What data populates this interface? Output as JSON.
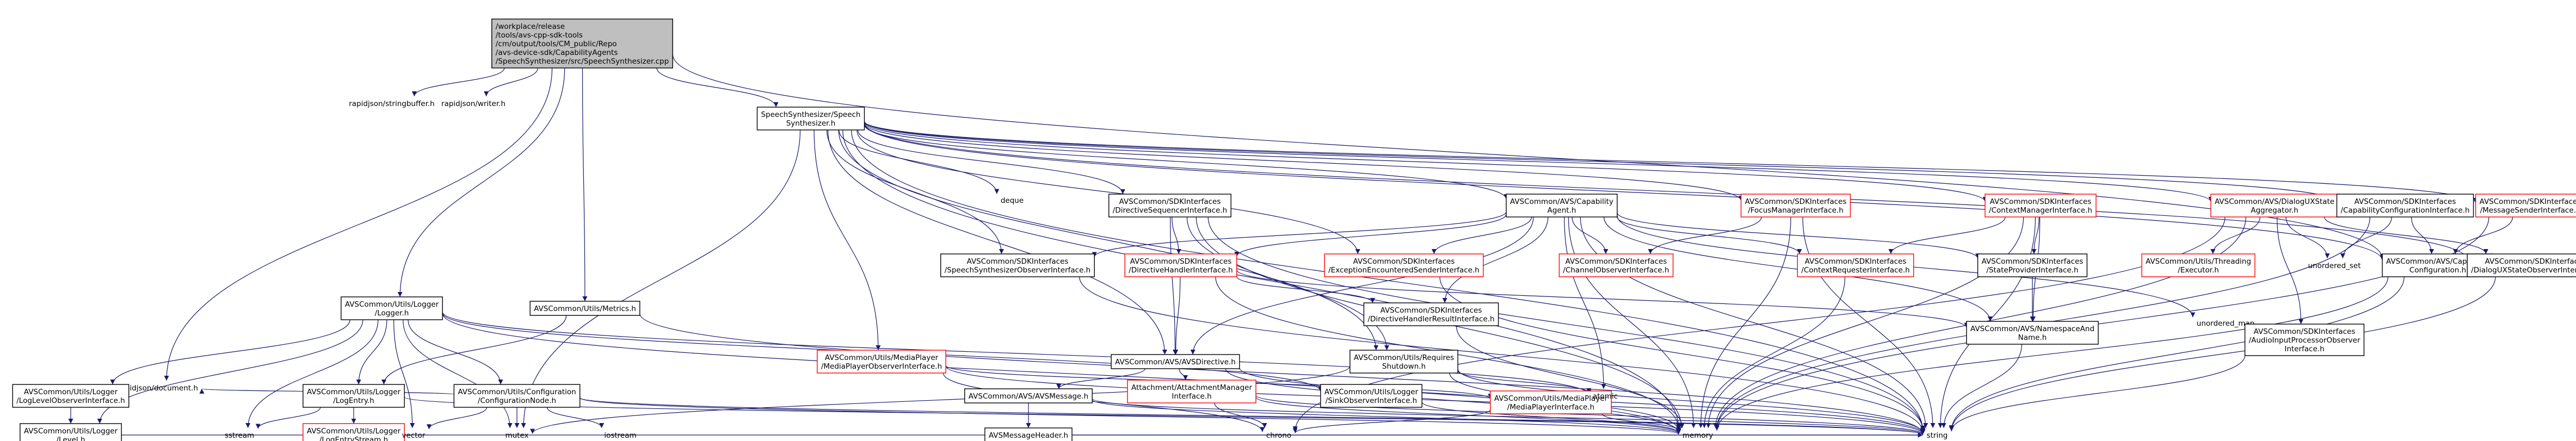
{
  "graph": {
    "nodes": [
      {
        "id": "root",
        "label": "/workplace/release\n/tools/avs-cpp-sdk-tools\n/cm/output/tools/CM_public/Repo\n/avs-device-sdk/CapabilityAgents\n/SpeechSynthesizer/src/SpeechSynthesizer.cpp",
        "style": "root"
      },
      {
        "id": "sbuf",
        "label": "rapidjson/stringbuffer.h",
        "style": "plain"
      },
      {
        "id": "writer",
        "label": "rapidjson/writer.h",
        "style": "plain"
      },
      {
        "id": "ssh",
        "label": "SpeechSynthesizer/Speech\nSynthesizer.h",
        "style": "normal"
      },
      {
        "id": "logger",
        "label": "AVSCommon/Utils/Logger\n/Logger.h",
        "style": "normal"
      },
      {
        "id": "metrics",
        "label": "AVSCommon/Utils/Metrics.h",
        "style": "normal"
      },
      {
        "id": "rjdoc",
        "label": "rapidjson/document.h",
        "style": "plain"
      },
      {
        "id": "deque",
        "label": "deque",
        "style": "plain"
      },
      {
        "id": "dsi",
        "label": "AVSCommon/SDKInterfaces\n/DirectiveSequencerInterface.h",
        "style": "normal"
      },
      {
        "id": "cap",
        "label": "AVSCommon/AVS/Capability\nAgent.h",
        "style": "normal"
      },
      {
        "id": "fmi",
        "label": "AVSCommon/SDKInterfaces\n/FocusManagerInterface.h",
        "style": "red"
      },
      {
        "id": "cmi",
        "label": "AVSCommon/SDKInterfaces\n/ContextManagerInterface.h",
        "style": "red"
      },
      {
        "id": "dux",
        "label": "AVSCommon/AVS/DialogUXState\nAggregator.h",
        "style": "red"
      },
      {
        "id": "cci",
        "label": "AVSCommon/SDKInterfaces\n/CapabilityConfigurationInterface.h",
        "style": "normal"
      },
      {
        "id": "msi",
        "label": "AVSCommon/SDKInterfaces\n/MessageSenderInterface.h",
        "style": "red"
      },
      {
        "id": "ssoi",
        "label": "AVSCommon/SDKInterfaces\n/SpeechSynthesizerObserverInterface.h",
        "style": "normal"
      },
      {
        "id": "dhi",
        "label": "AVSCommon/SDKInterfaces\n/DirectiveHandlerInterface.h",
        "style": "red"
      },
      {
        "id": "eesi",
        "label": "AVSCommon/SDKInterfaces\n/ExceptionEncounteredSenderInterface.h",
        "style": "red"
      },
      {
        "id": "choi",
        "label": "AVSCommon/SDKInterfaces\n/ChannelObserverInterface.h",
        "style": "red"
      },
      {
        "id": "cri",
        "label": "AVSCommon/SDKInterfaces\n/ContextRequesterInterface.h",
        "style": "red"
      },
      {
        "id": "spi",
        "label": "AVSCommon/SDKInterfaces\n/StateProviderInterface.h",
        "style": "normal"
      },
      {
        "id": "exe",
        "label": "AVSCommon/Utils/Threading\n/Executor.h",
        "style": "red"
      },
      {
        "id": "uset",
        "label": "unordered_set",
        "style": "plain"
      },
      {
        "id": "capconf",
        "label": "AVSCommon/AVS/Capability\nConfiguration.h",
        "style": "normal"
      },
      {
        "id": "duxoi",
        "label": "AVSCommon/SDKInterfaces\n/DialogUXStateObserverInterface.h",
        "style": "normal"
      },
      {
        "id": "dhri",
        "label": "AVSCommon/SDKInterfaces\n/DirectiveHandlerResultInterface.h",
        "style": "normal"
      },
      {
        "id": "nsn",
        "label": "AVSCommon/AVS/NamespaceAnd\nName.h",
        "style": "normal"
      },
      {
        "id": "umap",
        "label": "unordered_map",
        "style": "plain"
      },
      {
        "id": "apoi",
        "label": "AVSCommon/SDKInterfaces\n/AudioInputProcessorObserver\nInterface.h",
        "style": "normal"
      },
      {
        "id": "mpoi",
        "label": "AVSCommon/Utils/MediaPlayer\n/MediaPlayerObserverInterface.h",
        "style": "red"
      },
      {
        "id": "avsdir",
        "label": "AVSCommon/AVS/AVSDirective.h",
        "style": "normal"
      },
      {
        "id": "reqsd",
        "label": "AVSCommon/Utils/Requires\nShutdown.h",
        "style": "normal"
      },
      {
        "id": "logoi",
        "label": "AVSCommon/Utils/Logger\n/LogLevelObserverInterface.h",
        "style": "normal"
      },
      {
        "id": "logentry",
        "label": "AVSCommon/Utils/Logger\n/LogEntry.h",
        "style": "normal"
      },
      {
        "id": "confnode",
        "label": "AVSCommon/Utils/Configuration\n/ConfigurationNode.h",
        "style": "normal"
      },
      {
        "id": "avsmsg",
        "label": "AVSCommon/AVS/AVSMessage.h",
        "style": "normal"
      },
      {
        "id": "att",
        "label": "Attachment/AttachmentManager\nInterface.h",
        "style": "red"
      },
      {
        "id": "sinkoi",
        "label": "AVSCommon/Utils/Logger\n/SinkObserverInterface.h",
        "style": "normal"
      },
      {
        "id": "mpi",
        "label": "AVSCommon/Utils/MediaPlayer\n/MediaPlayerInterface.h",
        "style": "red"
      },
      {
        "id": "atomic",
        "label": "atomic",
        "style": "plain"
      },
      {
        "id": "level",
        "label": "AVSCommon/Utils/Logger\n/Level.h",
        "style": "normal"
      },
      {
        "id": "sstream",
        "label": "sstream",
        "style": "plain"
      },
      {
        "id": "les",
        "label": "AVSCommon/Utils/Logger\n/LogEntryStream.h",
        "style": "red"
      },
      {
        "id": "vector",
        "label": "vector",
        "style": "plain"
      },
      {
        "id": "mutex",
        "label": "mutex",
        "style": "plain"
      },
      {
        "id": "iostream",
        "label": "iostream",
        "style": "plain"
      },
      {
        "id": "avsmh",
        "label": "AVSMessageHeader.h",
        "style": "normal"
      },
      {
        "id": "chrono",
        "label": "chrono",
        "style": "plain"
      },
      {
        "id": "memory",
        "label": "memory",
        "style": "plain"
      },
      {
        "id": "string",
        "label": "string",
        "style": "plain"
      }
    ],
    "edges": [
      [
        "root",
        "sbuf"
      ],
      [
        "root",
        "writer"
      ],
      [
        "root",
        "ssh"
      ],
      [
        "root",
        "logger"
      ],
      [
        "root",
        "metrics"
      ],
      [
        "root",
        "rjdoc"
      ],
      [
        "root",
        "capconf"
      ],
      [
        "ssh",
        "deque"
      ],
      [
        "ssh",
        "dsi"
      ],
      [
        "ssh",
        "cap"
      ],
      [
        "ssh",
        "fmi"
      ],
      [
        "ssh",
        "cmi"
      ],
      [
        "ssh",
        "dux"
      ],
      [
        "ssh",
        "cci"
      ],
      [
        "ssh",
        "msi"
      ],
      [
        "ssh",
        "ssoi"
      ],
      [
        "ssh",
        "eesi"
      ],
      [
        "ssh",
        "mpoi"
      ],
      [
        "ssh",
        "reqsd"
      ],
      [
        "ssh",
        "avsdir"
      ],
      [
        "ssh",
        "capconf"
      ],
      [
        "ssh",
        "duxoi"
      ],
      [
        "ssh",
        "memory"
      ],
      [
        "ssh",
        "string"
      ],
      [
        "ssh",
        "mutex"
      ],
      [
        "dsi",
        "dhi"
      ],
      [
        "dsi",
        "avsdir"
      ],
      [
        "dsi",
        "reqsd"
      ],
      [
        "dsi",
        "memory"
      ],
      [
        "dsi",
        "string"
      ],
      [
        "cap",
        "ssoi"
      ],
      [
        "cap",
        "dhi"
      ],
      [
        "cap",
        "eesi"
      ],
      [
        "cap",
        "choi"
      ],
      [
        "cap",
        "cri"
      ],
      [
        "cap",
        "spi"
      ],
      [
        "cap",
        "dhri"
      ],
      [
        "cap",
        "nsn"
      ],
      [
        "cap",
        "umap"
      ],
      [
        "cap",
        "avsdir"
      ],
      [
        "cap",
        "atomic"
      ],
      [
        "cap",
        "memory"
      ],
      [
        "cap",
        "string"
      ],
      [
        "fmi",
        "choi"
      ],
      [
        "fmi",
        "memory"
      ],
      [
        "fmi",
        "string"
      ],
      [
        "cmi",
        "cri"
      ],
      [
        "cmi",
        "spi"
      ],
      [
        "cmi",
        "nsn"
      ],
      [
        "cmi",
        "memory"
      ],
      [
        "cmi",
        "string"
      ],
      [
        "dux",
        "exe"
      ],
      [
        "dux",
        "uset"
      ],
      [
        "dux",
        "apoi"
      ],
      [
        "dux",
        "duxoi"
      ],
      [
        "dux",
        "chrono"
      ],
      [
        "dux",
        "memory"
      ],
      [
        "cci",
        "capconf"
      ],
      [
        "cci",
        "uset"
      ],
      [
        "cci",
        "memory"
      ],
      [
        "msi",
        "memory"
      ],
      [
        "msi",
        "capconf"
      ],
      [
        "ssoi",
        "string"
      ],
      [
        "dhi",
        "dhri"
      ],
      [
        "dhi",
        "avsdir"
      ],
      [
        "dhi",
        "memory"
      ],
      [
        "dhi",
        "nsn"
      ],
      [
        "eesi",
        "string"
      ],
      [
        "cri",
        "memory"
      ],
      [
        "spi",
        "nsn"
      ],
      [
        "capconf",
        "memory"
      ],
      [
        "capconf",
        "string"
      ],
      [
        "duxoi",
        "string"
      ],
      [
        "dhri",
        "memory"
      ],
      [
        "nsn",
        "string"
      ],
      [
        "apoi",
        "string"
      ],
      [
        "mpoi",
        "mpi"
      ],
      [
        "mpoi",
        "string"
      ],
      [
        "mpoi",
        "chrono"
      ],
      [
        "avsdir",
        "avsmsg"
      ],
      [
        "avsdir",
        "att"
      ],
      [
        "avsdir",
        "memory"
      ],
      [
        "avsdir",
        "string"
      ],
      [
        "reqsd",
        "memory"
      ],
      [
        "reqsd",
        "string"
      ],
      [
        "reqsd",
        "atomic"
      ],
      [
        "reqsd",
        "mutex"
      ],
      [
        "logger",
        "logoi"
      ],
      [
        "logger",
        "logentry"
      ],
      [
        "logger",
        "confnode"
      ],
      [
        "logger",
        "sinkoi"
      ],
      [
        "logger",
        "level"
      ],
      [
        "logger",
        "sstream"
      ],
      [
        "logger",
        "vector"
      ],
      [
        "logger",
        "mutex"
      ],
      [
        "logger",
        "memory"
      ],
      [
        "logger",
        "atomic"
      ],
      [
        "metrics",
        "logentry"
      ],
      [
        "metrics",
        "string"
      ],
      [
        "logoi",
        "level"
      ],
      [
        "logentry",
        "les"
      ],
      [
        "logentry",
        "sstream"
      ],
      [
        "logentry",
        "string"
      ],
      [
        "confnode",
        "rjdoc"
      ],
      [
        "confnode",
        "iostream"
      ],
      [
        "confnode",
        "mutex"
      ],
      [
        "confnode",
        "string"
      ],
      [
        "confnode",
        "vector"
      ],
      [
        "confnode",
        "memory"
      ],
      [
        "avsmsg",
        "avsmh"
      ],
      [
        "avsmsg",
        "memory"
      ],
      [
        "avsmsg",
        "string"
      ],
      [
        "att",
        "chrono"
      ],
      [
        "att",
        "memory"
      ],
      [
        "att",
        "string"
      ],
      [
        "sinkoi",
        "memory"
      ],
      [
        "mpi",
        "memory"
      ],
      [
        "mpi",
        "chrono"
      ],
      [
        "level",
        "string"
      ],
      [
        "avsmh",
        "string"
      ]
    ]
  }
}
